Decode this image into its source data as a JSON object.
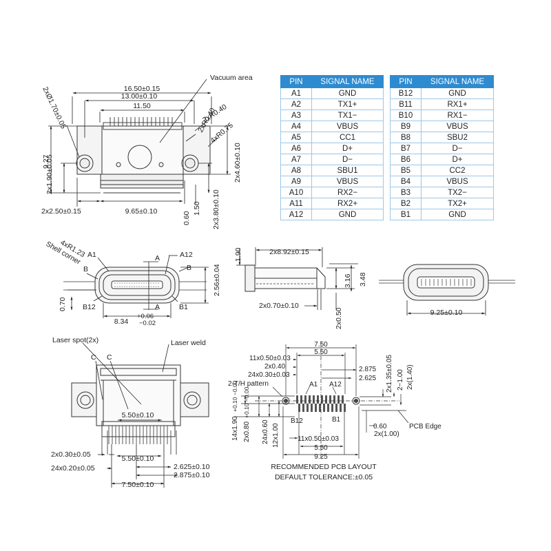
{
  "tables": [
    {
      "headers": [
        "PIN",
        "SIGNAL NAME"
      ],
      "rows": [
        [
          "A1",
          "GND"
        ],
        [
          "A2",
          "TX1+"
        ],
        [
          "A3",
          "TX1−"
        ],
        [
          "A4",
          "VBUS"
        ],
        [
          "A5",
          "CC1"
        ],
        [
          "A6",
          "D+"
        ],
        [
          "A7",
          "D−"
        ],
        [
          "A8",
          "SBU1"
        ],
        [
          "A9",
          "VBUS"
        ],
        [
          "A10",
          "RX2−"
        ],
        [
          "A11",
          "RX2+"
        ],
        [
          "A12",
          "GND"
        ]
      ]
    },
    {
      "headers": [
        "PIN",
        "SIGNAL NAME"
      ],
      "rows": [
        [
          "B12",
          "GND"
        ],
        [
          "B11",
          "RX1+"
        ],
        [
          "B10",
          "RX1−"
        ],
        [
          "B9",
          "VBUS"
        ],
        [
          "B8",
          "SBU2"
        ],
        [
          "B7",
          "D−"
        ],
        [
          "B6",
          "D+"
        ],
        [
          "B5",
          "CC2"
        ],
        [
          "B4",
          "VBUS"
        ],
        [
          "B3",
          "TX2−"
        ],
        [
          "B2",
          "TX2+"
        ],
        [
          "B1",
          "GND"
        ]
      ]
    }
  ],
  "top_view": {
    "vacuum_area": "Vacuum area",
    "d_16_50": "16.50±0.15",
    "d_13_00": "13.00±0.10",
    "d_11_50": "11.50",
    "d_holes": "2xØ1.70±0.05",
    "d_r040a": "2xR0.40",
    "d_r040b": "2xR0.40",
    "d_r075": "4xR0.75",
    "d_9_27": "9.27",
    "d_1_90": "2x1.90±0.05",
    "d_4_60": "2x4.60±0.10",
    "d_2_50": "2x2.50±0.15",
    "d_9_65": "9.65±0.10",
    "d_0_60": "0.60",
    "d_1_50": "1.50",
    "d_3_80": "2x3.80±0.10"
  },
  "front_view": {
    "d_r123": "4xR1.23",
    "shell_corner": "Shell corner",
    "a1": "A1",
    "a12": "A12",
    "b12": "B12",
    "b1": "B1",
    "sec_a_top": "A",
    "sec_a_bot": "A",
    "sec_b_left": "B",
    "sec_b_right": "B",
    "d_2_56": "2.56±0.04",
    "d_0_70": "0.70",
    "d_8_34": "8.34",
    "d_tol_up": "+0.06",
    "d_tol_dn": "−0.02"
  },
  "side_view": {
    "d_1_90": "1.90",
    "d_8_92": "2x8.92±0.15",
    "d_3_16": "3.16",
    "d_3_48": "3.48",
    "d_0_70": "2x0.70±0.10",
    "d_0_50": "2x0.50"
  },
  "end_view": {
    "d_9_25": "9.25±0.10"
  },
  "bottom_view": {
    "laser_spot": "Laser spot(2x)",
    "laser_weld": "Laser weld",
    "c_left": "C",
    "c_right": "C",
    "d_5_50_top": "5.50±0.10",
    "d_0_30": "2x0.30±0.05",
    "d_5_50": "5.50±0.10",
    "d_0_20": "24x0.20±0.05",
    "d_2_625": "2.625±0.10",
    "d_2_875": "2.875±0.10",
    "d_7_50": "7.50±0.10"
  },
  "pcb_layout": {
    "d_7_50": "7.50",
    "d_5_50": "5.50",
    "d_11x050": "11x0.50±0.03",
    "d_2x040": "2x0.40",
    "d_24x030": "24x0.30±0.03",
    "th_pattern": "2-T/H pattern",
    "d_2_875": "2.875",
    "d_2_625": "2.625",
    "d_1_35": "2x1.35±0.05",
    "d_1_00a": "2−1.00",
    "d_1_40": "2x(1.40)",
    "a1": "A1",
    "a12": "A12",
    "b12": "B12",
    "b1": "B1",
    "d_1_90": "14x1.90",
    "d_1_90_tol": "+0.10 −0.00",
    "d_0_80": "2x0.80",
    "d_0_80_tol": "+0.10 −0.00",
    "d_0_60v": "24x0.60",
    "d_1_00v": "12x1.00",
    "d_0_60": "0.60",
    "d_1_00b": "2x(1.00)",
    "pcb_edge": "PCB Edge",
    "d_11x050b": "11x0.50±0.03",
    "d_5_50b": "5.50",
    "d_9_25": "9.25",
    "caption": "RECOMMENDED PCB LAYOUT",
    "tolerance": "DEFAULT TOLERANCE:±0.05"
  }
}
